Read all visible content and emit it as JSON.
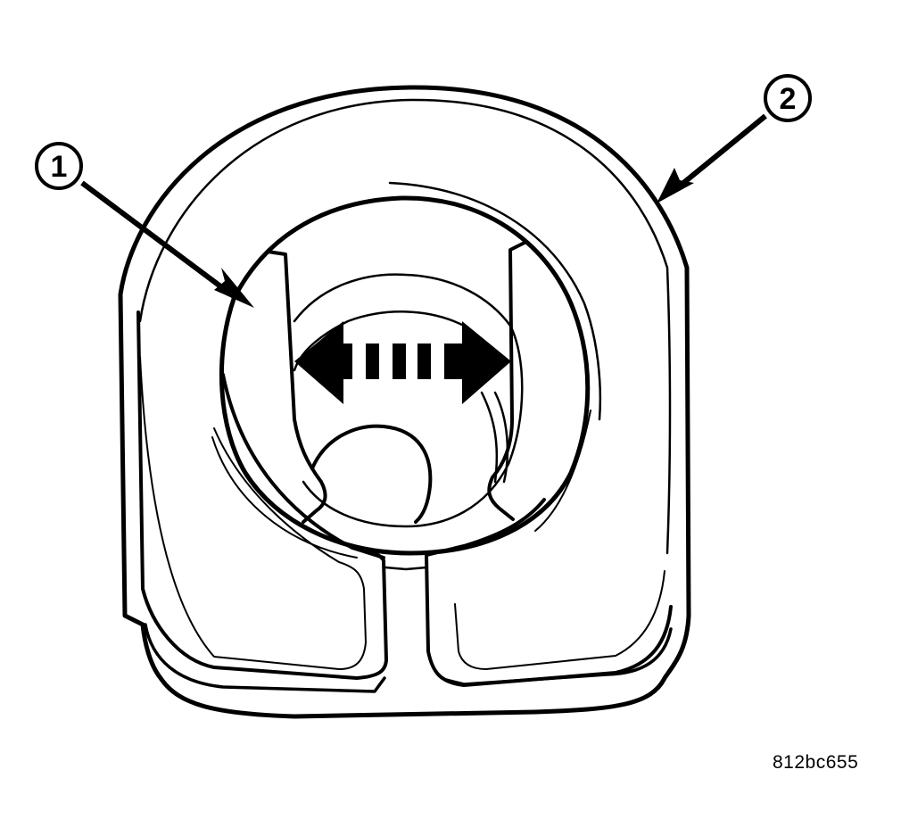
{
  "figure": {
    "id_label": "812bc655",
    "line_color": "#000000",
    "background": "#ffffff"
  },
  "callouts": [
    {
      "number": "1",
      "target": "inner-slot-opening"
    },
    {
      "number": "2",
      "target": "outer-housing"
    }
  ],
  "annotations": {
    "movement_arrow": "double-headed-dashed-arrow"
  }
}
